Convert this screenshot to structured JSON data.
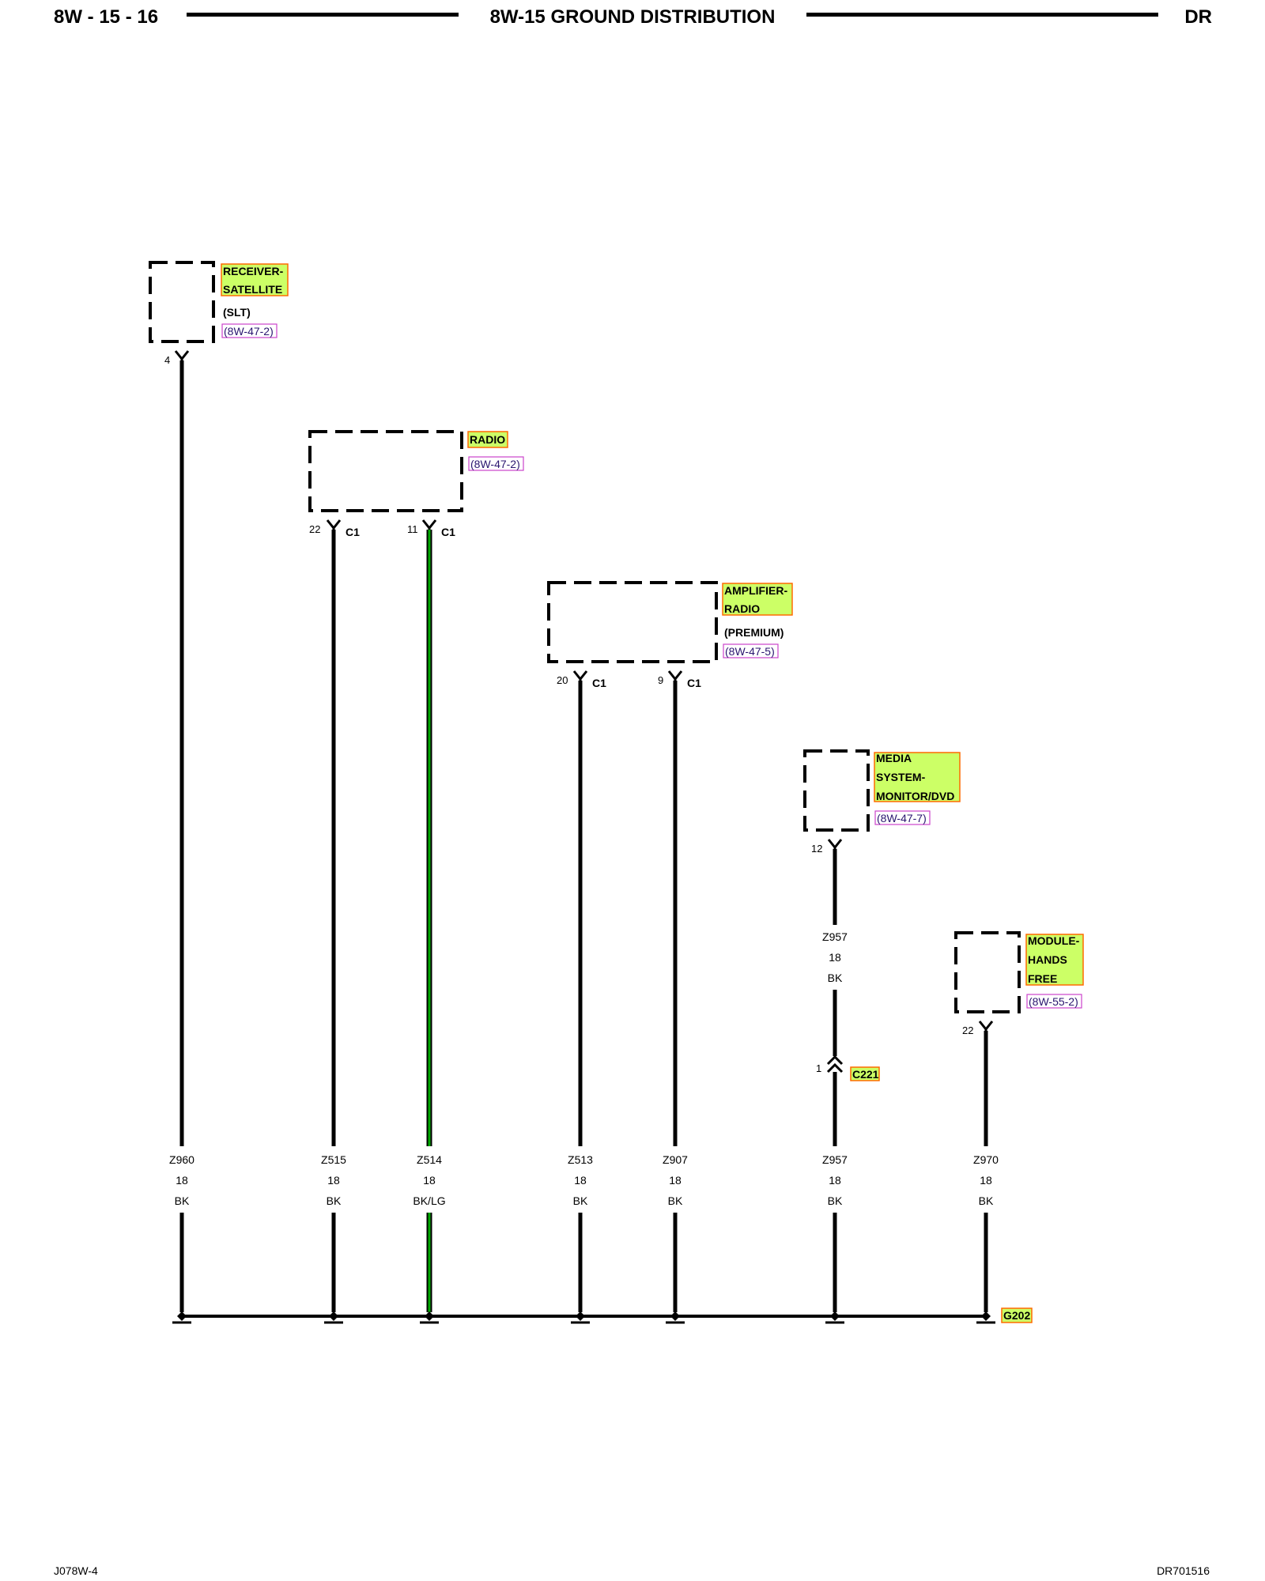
{
  "header": {
    "page_number": "8W - 15 - 16",
    "title": "8W-15 GROUND DISTRIBUTION",
    "model_code": "DR"
  },
  "footer": {
    "left_code": "J078W-4",
    "right_code": "DR701516"
  },
  "components": [
    {
      "name_lines": [
        "RECEIVER-",
        "SATELLITE"
      ],
      "qualifier": "(SLT)",
      "reference": "(8W-47-2)"
    },
    {
      "name_lines": [
        "RADIO"
      ],
      "qualifier": "",
      "reference": "(8W-47-2)"
    },
    {
      "name_lines": [
        "AMPLIFIER-",
        "RADIO"
      ],
      "qualifier": "(PREMIUM)",
      "reference": "(8W-47-5)"
    },
    {
      "name_lines": [
        "MEDIA",
        "SYSTEM-",
        "MONITOR/DVD"
      ],
      "qualifier": "",
      "reference": "(8W-47-7)"
    },
    {
      "name_lines": [
        "MODULE-",
        "HANDS",
        "FREE"
      ],
      "qualifier": "",
      "reference": "(8W-55-2)"
    }
  ],
  "pins": [
    {
      "pin": "4",
      "connector": ""
    },
    {
      "pin": "22",
      "connector": "C1"
    },
    {
      "pin": "11",
      "connector": "C1"
    },
    {
      "pin": "20",
      "connector": "C1"
    },
    {
      "pin": "9",
      "connector": "C1"
    },
    {
      "pin": "12",
      "connector": ""
    },
    {
      "pin": "22",
      "connector": ""
    }
  ],
  "wires": [
    {
      "circuit": "Z960",
      "gauge": "18",
      "color": "BK"
    },
    {
      "circuit": "Z515",
      "gauge": "18",
      "color": "BK"
    },
    {
      "circuit": "Z514",
      "gauge": "18",
      "color": "BK/LG"
    },
    {
      "circuit": "Z513",
      "gauge": "18",
      "color": "BK"
    },
    {
      "circuit": "Z907",
      "gauge": "18",
      "color": "BK"
    },
    {
      "circuit": "Z957",
      "gauge": "18",
      "color": "BK"
    },
    {
      "circuit": "Z970",
      "gauge": "18",
      "color": "BK"
    }
  ],
  "upper_wire_label": {
    "circuit": "Z957",
    "gauge": "18",
    "color": "BK"
  },
  "inline_connector": {
    "name": "C221",
    "pin": "1"
  },
  "ground": {
    "name": "G202"
  },
  "colors": {
    "label_highlight": "#ccff66",
    "label_border": "#ff6a00",
    "reference_border": "#cc44cc",
    "reference_text": "#2a1670",
    "wire_stripe": "#00aa00",
    "wire": "#000000"
  }
}
